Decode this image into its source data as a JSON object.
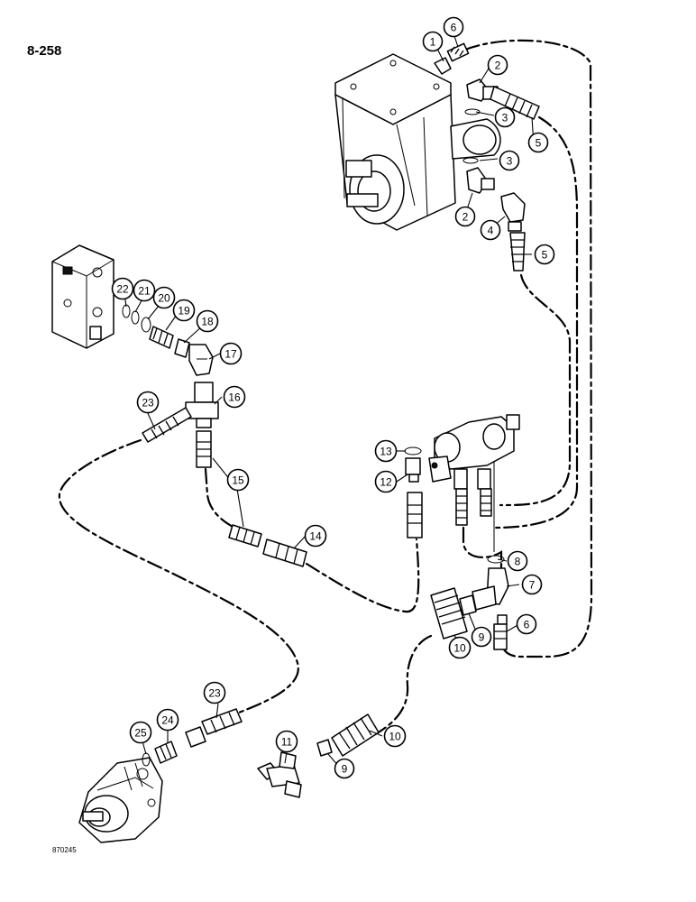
{
  "page": {
    "page_number": "8-258",
    "drawing_code": "870245"
  },
  "callouts": [
    {
      "id": "c1",
      "label": "1"
    },
    {
      "id": "c6a",
      "label": "6"
    },
    {
      "id": "c2a",
      "label": "2"
    },
    {
      "id": "c3a",
      "label": "3"
    },
    {
      "id": "c5a",
      "label": "5"
    },
    {
      "id": "c3b",
      "label": "3"
    },
    {
      "id": "c2b",
      "label": "2"
    },
    {
      "id": "c4",
      "label": "4"
    },
    {
      "id": "c5b",
      "label": "5"
    },
    {
      "id": "c22",
      "label": "22"
    },
    {
      "id": "c21",
      "label": "21"
    },
    {
      "id": "c20",
      "label": "20"
    },
    {
      "id": "c19",
      "label": "19"
    },
    {
      "id": "c18",
      "label": "18"
    },
    {
      "id": "c17",
      "label": "17"
    },
    {
      "id": "c16",
      "label": "16"
    },
    {
      "id": "c23a",
      "label": "23"
    },
    {
      "id": "c15",
      "label": "15"
    },
    {
      "id": "c14",
      "label": "14"
    },
    {
      "id": "c13",
      "label": "13"
    },
    {
      "id": "c12",
      "label": "12"
    },
    {
      "id": "c8",
      "label": "8"
    },
    {
      "id": "c7",
      "label": "7"
    },
    {
      "id": "c6b",
      "label": "6"
    },
    {
      "id": "c10a",
      "label": "10"
    },
    {
      "id": "c9a",
      "label": "9"
    },
    {
      "id": "c23b",
      "label": "23"
    },
    {
      "id": "c25",
      "label": "25"
    },
    {
      "id": "c24",
      "label": "24"
    },
    {
      "id": "c11",
      "label": "11"
    },
    {
      "id": "c10b",
      "label": "10"
    },
    {
      "id": "c9b",
      "label": "9"
    }
  ]
}
